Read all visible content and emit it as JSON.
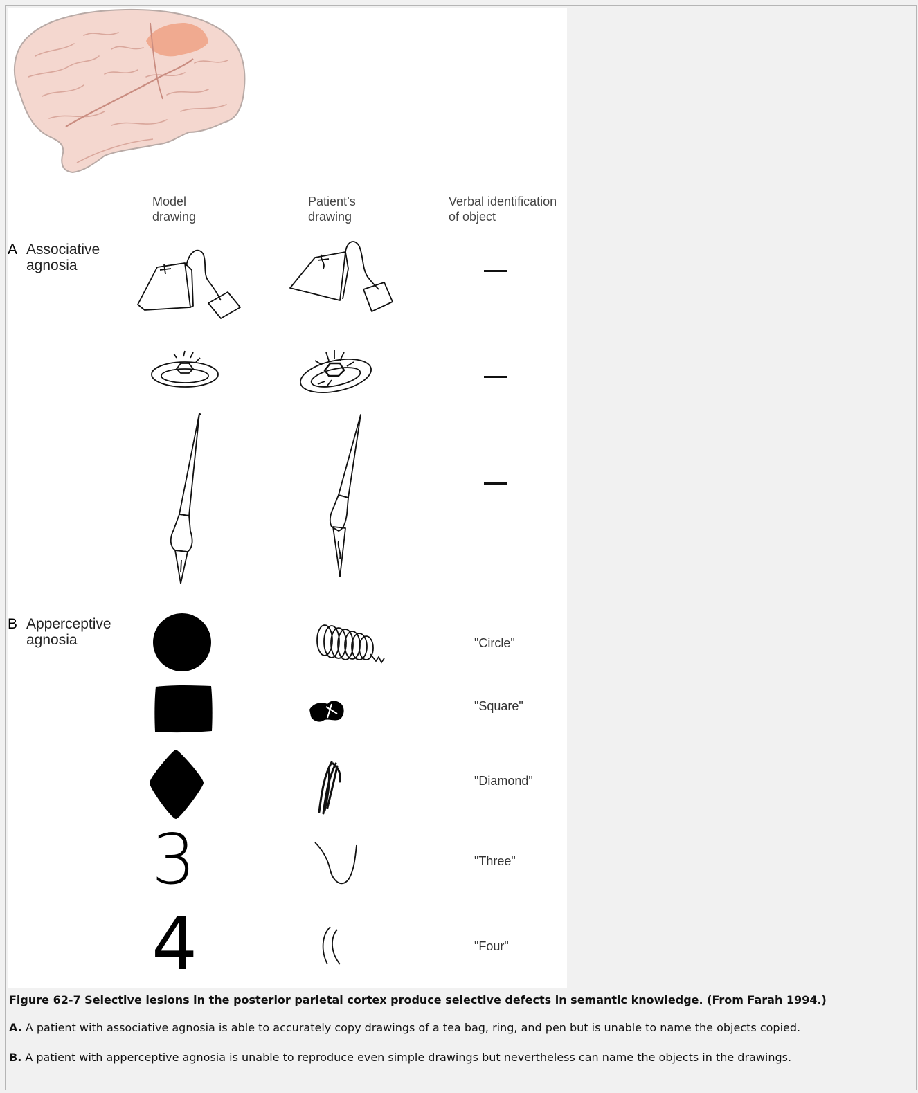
{
  "figure": {
    "col_model": "Model\ndrawing",
    "col_patient": "Patient’s\ndrawing",
    "col_verbal": "Verbal identification\nof object",
    "section_a_letter": "A",
    "section_a_name": "Associative\nagnosia",
    "section_b_letter": "B",
    "section_b_name": "Apperceptive\nagnosia",
    "identifications": [
      "\"Circle\"",
      "\"Square\"",
      "\"Diamond\"",
      "\"Three\"",
      "\"Four\""
    ],
    "model_numbers": [
      "3",
      "4"
    ]
  },
  "caption": {
    "title": "Figure 62-7 Selective lesions in the posterior parietal cortex produce selective defects in semantic knowledge. (From Farah 1994.)",
    "a_label": "A.",
    "a_text": " A patient with associative agnosia is able to accurately copy drawings of a tea bag, ring, and pen but is unable to name the objects copied.",
    "b_label": "B.",
    "b_text": " A patient with apperceptive agnosia is unable to reproduce even simple drawings but nevertheless can name the objects in the drawings."
  }
}
